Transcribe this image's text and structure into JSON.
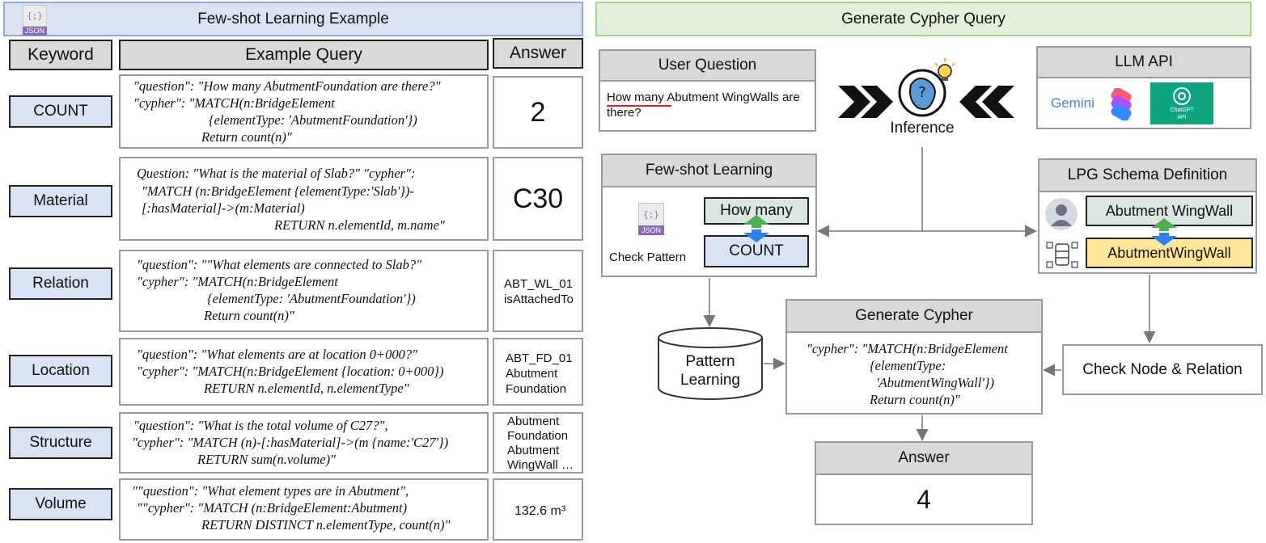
{
  "left_title": "Few-shot Learning Example",
  "right_title": "Generate Cypher Query",
  "json_icon_label": "JSON",
  "json_icon_glyph": "{;}",
  "table_headers": {
    "keyword": "Keyword",
    "query": "Example Query",
    "answer": "Answer"
  },
  "rows": [
    {
      "keyword": "COUNT",
      "query": [
        "\"question\": \"How many AbutmentFoundation are there?\"",
        "\"cypher\": \"MATCH(n:BridgeElement",
        "{elementType: 'AbutmentFoundation'})",
        "Return count(n)\""
      ],
      "answer": [
        "2"
      ]
    },
    {
      "keyword": "Material",
      "query": [
        "Question: \"What is the material of Slab?\" \"cypher\":",
        "\"MATCH (n:BridgeElement {elementType:'Slab'})-",
        "[:hasMaterial]->(m:Material)",
        "RETURN n.elementId, m.name\""
      ],
      "answer": [
        "C30"
      ]
    },
    {
      "keyword": "Relation",
      "query": [
        "\"question\": \"\"What elements are connected to Slab?\"",
        "\"cypher\": \"MATCH(n:BridgeElement",
        "{elementType: 'AbutmentFoundation'})",
        "Return count(n)\""
      ],
      "answer": [
        "ABT_WL_01",
        "isAttachedTo"
      ]
    },
    {
      "keyword": "Location",
      "query": [
        "\"question\": \"What elements are at location 0+000?\"",
        "\"cypher\": \"MATCH(n:BridgeElement {location: 0+000})",
        "RETURN n.elementId, n.elementType\""
      ],
      "answer": [
        "ABT_FD_01",
        "Abutment",
        "Foundation"
      ]
    },
    {
      "keyword": "Structure",
      "query": [
        "\"question\": \"What is the total volume of C27?\",",
        "\"cypher\": \"MATCH (n)-[:hasMaterial]->(m {name:'C27'})",
        "RETURN sum(n.volume)\""
      ],
      "answer": [
        "Abutment",
        "Foundation",
        "Abutment",
        "WingWall  …"
      ]
    },
    {
      "keyword": "Volume",
      "query": [
        "\"\"question\": \"What element types are in Abutment\",",
        "\"\"cypher\": \"MATCH (n:BridgeElement:Abutment)",
        "RETURN DISTINCT n.elementType, count(n)\""
      ],
      "answer": [
        "132.6 m³"
      ]
    }
  ],
  "user_question": {
    "title": "User Question",
    "text_line1": "How many Abutment WingWalls are",
    "text_line2": "there?"
  },
  "inference_label": "Inference",
  "llm_api": {
    "title": "LLM API",
    "gemini": "Gemini",
    "chatgpt": "ChatGPT",
    "api": "API"
  },
  "few_shot": {
    "title": "Few-shot Learning",
    "check_pattern": "Check Pattern",
    "how_many": "How many",
    "count": "COUNT"
  },
  "lpg": {
    "title": "LPG Schema Definition",
    "natural": "Abutment WingWall",
    "schema": "AbutmentWingWall"
  },
  "pattern_learning": [
    "Pattern",
    "Learning"
  ],
  "generate_cypher": {
    "title": "Generate Cypher",
    "lines": [
      "\"cypher\": \"MATCH(n:BridgeElement",
      "{elementType:",
      "'AbutmentWingWall'})",
      "Return count(n)\""
    ]
  },
  "check_node": "Check Node & Relation",
  "final_answer": {
    "title": "Answer",
    "value": "4"
  },
  "colors": {
    "left_title_bg": "#dae3f3",
    "left_title_border": "#8faadc",
    "right_title_bg": "#e2f0d9",
    "right_title_border": "#a9d18e",
    "keyword_bg": "#d9e3f3",
    "header_gray": "#d9d9d9",
    "how_many_bg": "#dbe6e4",
    "schema_yellow": "#ffe699",
    "arrow_green": "#4caf50",
    "arrow_blue": "#2f80ed"
  }
}
